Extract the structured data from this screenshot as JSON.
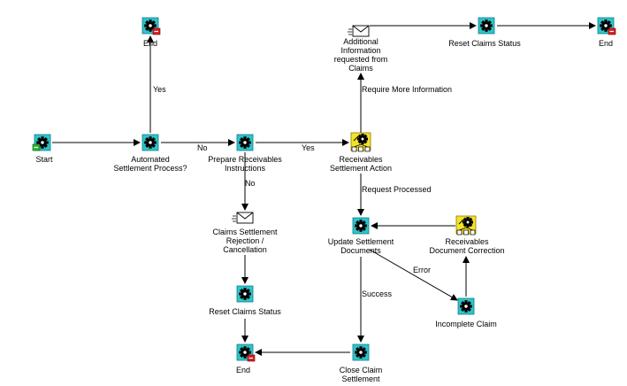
{
  "nodes": {
    "start": {
      "label": "Start",
      "kind": "start"
    },
    "automated": {
      "label": "Automated\nSettlement Process?",
      "kind": "function"
    },
    "end_top_left": {
      "label": "End",
      "kind": "end"
    },
    "prepare": {
      "label": "Prepare Receivables\nInstructions",
      "kind": "function"
    },
    "rec_action": {
      "label": "Receivables\nSettlement Action",
      "kind": "notification"
    },
    "additional_info": {
      "label": "Additional\nInformation\nrequested from\nClaims",
      "kind": "message"
    },
    "reset_top": {
      "label": "Reset Claims Status",
      "kind": "function"
    },
    "end_top_right": {
      "label": "End",
      "kind": "end"
    },
    "claims_rejection": {
      "label": "Claims Settlement\nRejection /\nCancellation",
      "kind": "message"
    },
    "reset_left": {
      "label": "Reset Claims Status",
      "kind": "function"
    },
    "end_bottom": {
      "label": "End",
      "kind": "end"
    },
    "update_docs": {
      "label": "Update Settlement\nDocuments",
      "kind": "function"
    },
    "doc_correction": {
      "label": "Receivables\nDocument Correction",
      "kind": "notification"
    },
    "incomplete": {
      "label": "Incomplete Claim",
      "kind": "function"
    },
    "close_claim": {
      "label": "Close Claim\nSettlement",
      "kind": "function"
    }
  },
  "edges": {
    "e_start_auto": "",
    "e_auto_end": "Yes",
    "e_auto_prepare": "No",
    "e_prepare_action": "Yes",
    "e_prepare_rejection": "No",
    "e_action_info": "Require More Information",
    "e_info_reset": "",
    "e_reset_end": "",
    "e_action_update": "Request Processed",
    "e_rejection_reset": "",
    "e_reset_end2": "",
    "e_update_incomplete": "Error",
    "e_incomplete_correction": "",
    "e_correction_update": "",
    "e_update_close": "Success",
    "e_close_end": ""
  },
  "colors": {
    "function_fill": "#2ec4cc",
    "notification_fill": "#f2e22a",
    "line": "#000000"
  }
}
